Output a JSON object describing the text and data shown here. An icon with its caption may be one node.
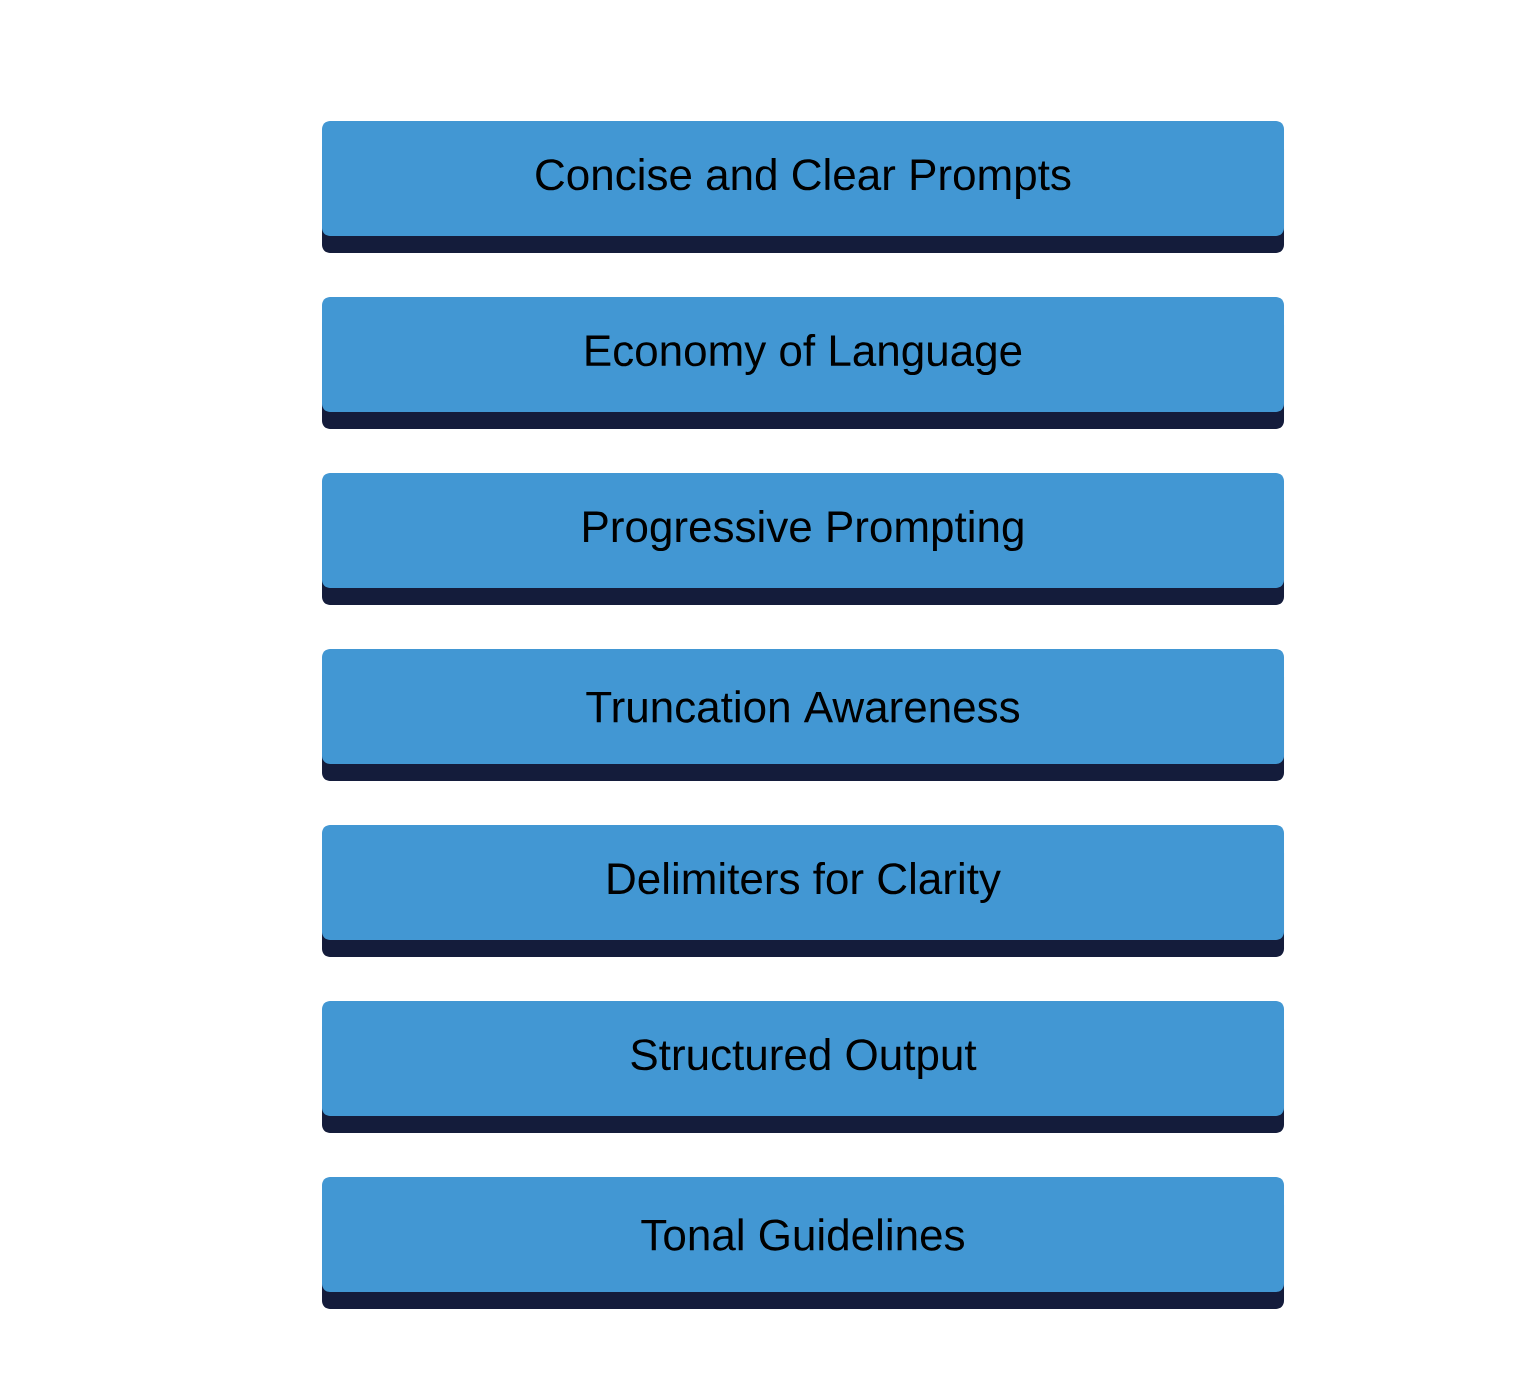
{
  "diagram": {
    "nodes": [
      {
        "text": [
          "Concise and Clear Prompts"
        ]
      },
      {
        "text": [
          "Economy of Language"
        ]
      },
      {
        "text": [
          "Progressive Prompting"
        ]
      },
      {
        "text": [
          "Truncation Awareness"
        ]
      },
      {
        "text": [
          "Delimiters for Clarity"
        ]
      },
      {
        "text": [
          "Structured Output"
        ]
      },
      {
        "text": [
          "Tonal Guidelines"
        ]
      }
    ]
  }
}
